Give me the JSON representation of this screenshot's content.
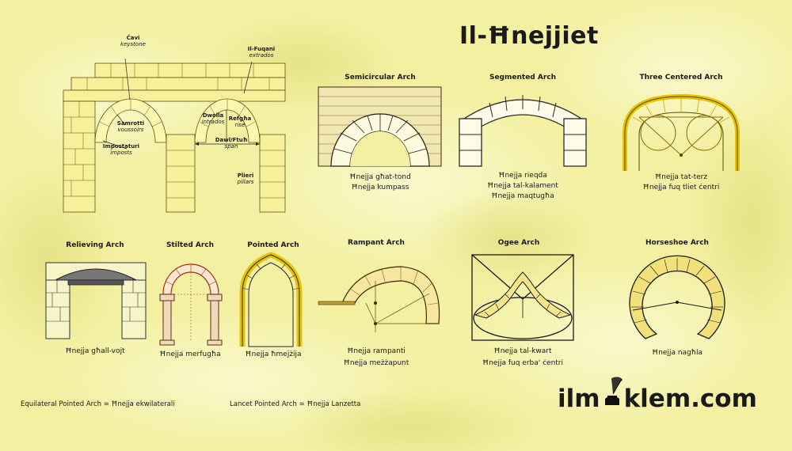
{
  "title": "Il-Ħnejjiet",
  "colors": {
    "background": "#f4f2a8",
    "stone": "#f4ee96",
    "gold": "#e6c200",
    "ink": "#1a1a1a",
    "brick": "#8a6a4a"
  },
  "main_diagram": {
    "labels": [
      {
        "mt": "Ċavi",
        "en": "keystone"
      },
      {
        "mt": "Il-Fuqani",
        "en": "extrados"
      },
      {
        "mt": "Dwella",
        "en": "intrados"
      },
      {
        "mt": "Refgħa",
        "en": "rise"
      },
      {
        "mt": "Samrotti",
        "en": "voussoirs"
      },
      {
        "mt": "Impostaturi",
        "en": "imposts"
      },
      {
        "mt": "Dawl/Ftuħ",
        "en": "span"
      },
      {
        "mt": "Plieri",
        "en": "pillars"
      }
    ]
  },
  "arches": [
    {
      "caption": "Semicircular Arch",
      "lines": [
        "Ħnejja għat-tond",
        "Ħnejja kumpass"
      ]
    },
    {
      "caption": "Segmented Arch",
      "lines": [
        "Ħnejja rieqda",
        "Ħnejja tal-kalament",
        "Ħnejja maqtugħa"
      ]
    },
    {
      "caption": "Three Centered Arch",
      "lines": [
        "Ħnejja tat-terz",
        "Ħnejja fuq tliet ċentri"
      ]
    },
    {
      "caption": "Relieving Arch",
      "lines": [
        "Ħnejja għall-vojt"
      ]
    },
    {
      "caption": "Stilted Arch",
      "lines": [
        "Ħnejja merfugħa"
      ]
    },
    {
      "caption": "Pointed Arch",
      "lines": [
        "Ħnejja ħmejżija"
      ]
    },
    {
      "caption": "Rampant Arch",
      "lines": [
        "Ħnejja rampanti",
        "Ħnejja meżżapunt"
      ]
    },
    {
      "caption": "Ogee Arch",
      "lines": [
        "Ħnejja tal-kwart",
        "Ħnejja fuq erba' ċentri"
      ]
    },
    {
      "caption": "Horseshoe Arch",
      "lines": [
        "Ħnejja nagħla"
      ]
    }
  ],
  "footer": {
    "equilateral": "Equilateral Pointed Arch = Ħnejja ekwilaterali",
    "lancet": "Lancet Pointed Arch = Ħnejja Lanzetta"
  },
  "logo": {
    "left": "ilm",
    "right": "klem.com",
    "icon": "inkwell-quill-icon"
  }
}
